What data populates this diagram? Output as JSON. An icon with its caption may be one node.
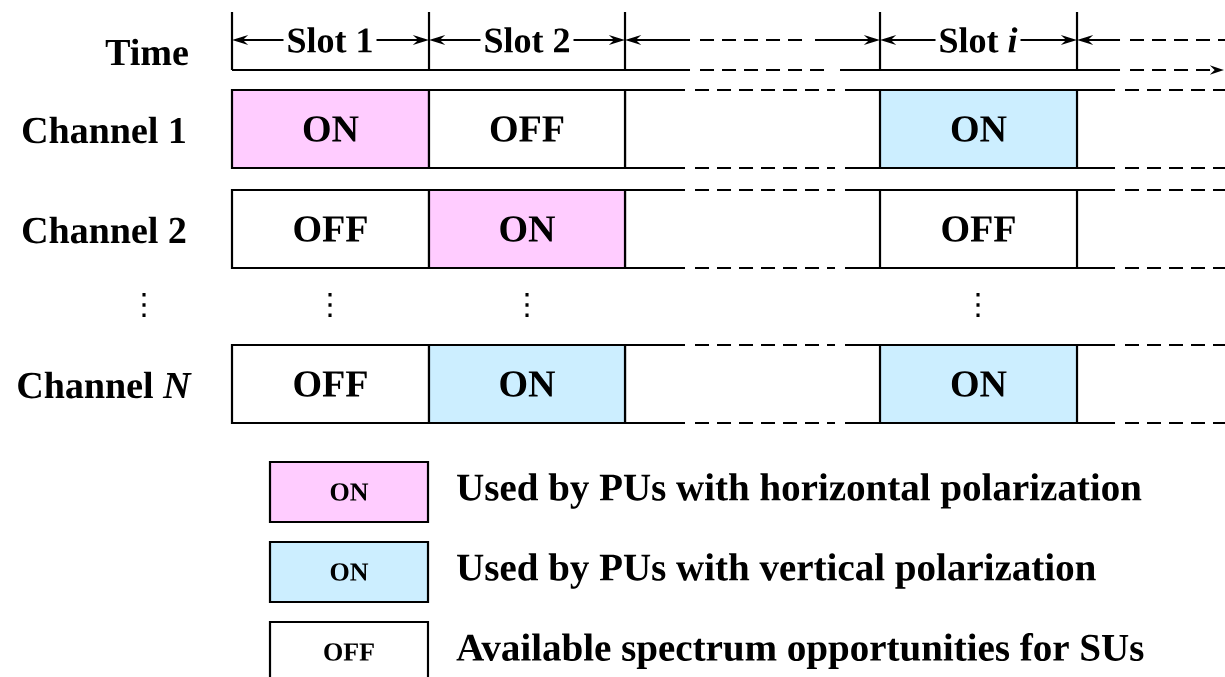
{
  "diagram": {
    "nodes": [
      {
        "text": [
          "ON"
        ]
      },
      {
        "text": [
          "OFF"
        ]
      },
      {
        "text": [
          "ON"
        ]
      },
      {
        "text": [
          "OFF"
        ]
      },
      {
        "text": [
          "ON"
        ]
      },
      {
        "text": [
          "OFF"
        ]
      },
      {
        "text": [
          "OFF"
        ]
      },
      {
        "text": [
          "ON"
        ]
      },
      {
        "text": [
          "ON"
        ]
      }
    ],
    "labels": [
      "Time",
      "Slot 1",
      "Slot 2",
      "Slot *i*",
      "Channel 1",
      "Channel 2",
      "⋮",
      "⋮",
      "⋮",
      "⋮",
      "Channel *N*",
      "ON",
      "ON",
      "OFF"
    ],
    "legend": [
      {
        "text": "Used by PUs with horizontal polarization",
        "color": "#ffccff"
      },
      {
        "text": "Used by PUs with vertical polarization",
        "color": "#cceeff"
      },
      {
        "text": "Available spectrum opportunities for SUs"
      }
    ]
  }
}
